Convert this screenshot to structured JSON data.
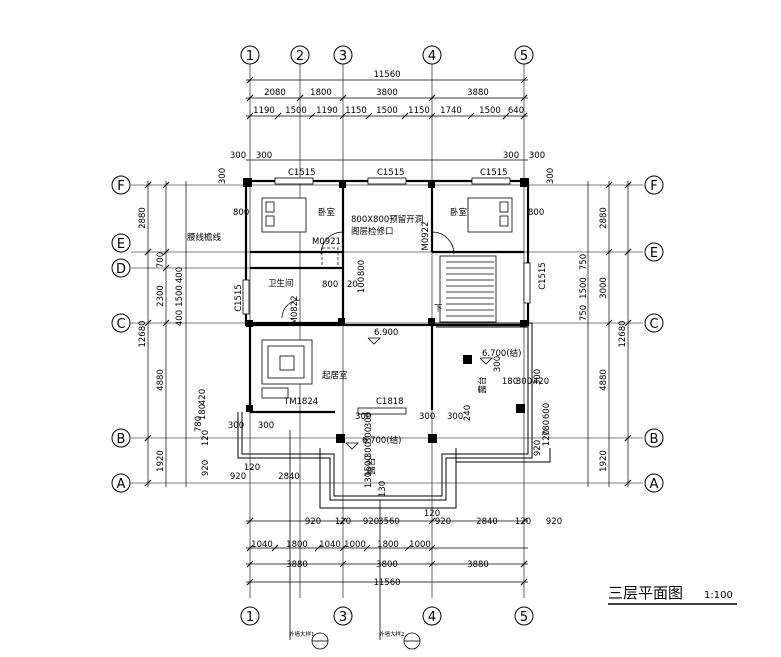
{
  "title": {
    "text": "三层平面图",
    "scale": "1:100"
  },
  "axes": {
    "columns": [
      "1",
      "2",
      "3",
      "4",
      "5"
    ],
    "rows": [
      "A",
      "B",
      "C",
      "D",
      "E",
      "F"
    ],
    "bottom_columns": [
      "1",
      "3",
      "4",
      "5"
    ]
  },
  "dims_top": {
    "total": "11560",
    "row2": [
      "2080",
      "1800",
      "3800",
      "3880"
    ],
    "row3": [
      "1190",
      "1500",
      "1190",
      "1150",
      "1500",
      "1150",
      "1740",
      "1500",
      "640"
    ],
    "corner": [
      "300",
      "300",
      "300",
      "300"
    ]
  },
  "dims_bottom": {
    "row1": [
      "920",
      "120",
      "920",
      "3560",
      "120",
      "920",
      "2840",
      "120",
      "920"
    ],
    "row2": [
      "1040",
      "1800",
      "1040",
      "1000",
      "1800",
      "1000"
    ],
    "row3": [
      "3880",
      "3800",
      "3880"
    ],
    "total": "11560"
  },
  "dims_left": {
    "outer": [
      "2880",
      "12680",
      "4880",
      "1920"
    ],
    "inner": [
      "300",
      "700",
      "2300",
      "1500",
      "400",
      "400",
      "780",
      "120",
      "920"
    ],
    "misc": [
      "920",
      "120",
      "2840",
      "300",
      "300",
      "420",
      "180"
    ]
  },
  "dims_right": {
    "outer": [
      "2880",
      "3000",
      "12680",
      "4880",
      "1920"
    ],
    "inner": [
      "300",
      "750",
      "1500",
      "750",
      "300",
      "180",
      "300",
      "600",
      "780",
      "120",
      "920",
      "420"
    ]
  },
  "rooms": {
    "bedroom_left": "卧室",
    "bedroom_right": "卧室",
    "bathroom": "卫生间",
    "living": "起居室",
    "terrace_right": "露台",
    "terrace_bottom": "露台",
    "eave": "腰线檐线",
    "access": "800X800预留开洞",
    "access2": "阁层检修口"
  },
  "labels": {
    "windows": [
      "C1515",
      "C1515",
      "C1515",
      "C1515",
      "C1515",
      "C1818"
    ],
    "doors": [
      "M0921",
      "M0922",
      "M0822",
      "TM1824"
    ],
    "elevations": [
      "6.900",
      "6.700(结)",
      "6.700(结)"
    ],
    "misc": [
      "800",
      "800",
      "800",
      "100",
      "800",
      "20",
      "240",
      "300",
      "300",
      "300",
      "300",
      "300",
      "300",
      "130",
      "300",
      "1500",
      "130",
      "下"
    ],
    "section_marks": [
      "外墙大样1",
      "外墙大样2"
    ]
  }
}
